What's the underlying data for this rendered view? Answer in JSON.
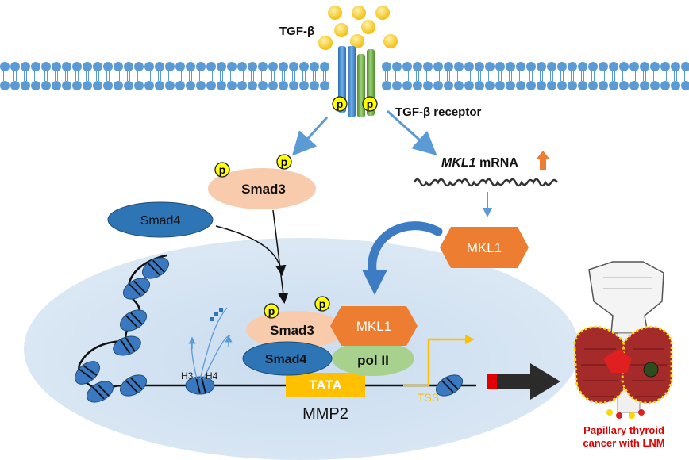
{
  "labels": {
    "ligand": "TGF-β",
    "receptor": "TGF-β receptor",
    "phospho": "p",
    "smad3": "Smad3",
    "smad4": "Smad4",
    "mkl1": "MKL1",
    "mrna_gene": "MKL1",
    "mrna_suffix": " mRNA",
    "pol2": "pol  II",
    "tata": "TATA",
    "tss": "TSS",
    "h3": "H3",
    "h4": "H4",
    "gene": "MMP2",
    "outcome_line1": "Papillary thyroid",
    "outcome_line2": "cancer with LNM"
  },
  "colors": {
    "membrane": "#5b9bd5",
    "nucleus": "#c9dcef",
    "smad3_fill": "#f8cbad",
    "smad4_fill": "#2e75b6",
    "mkl1_fill": "#ed7d31",
    "pol2_fill": "#a9d18e",
    "tata_fill": "#ffc000",
    "phospho_fill": "#ffff00",
    "outcome_text": "#e00000",
    "upregulation": "#ed7d31"
  },
  "icons": {
    "upregulation": "up-arrow-icon",
    "thyroid": "thyroid-gland-icon",
    "nucleosome": "nucleosome-icon"
  }
}
